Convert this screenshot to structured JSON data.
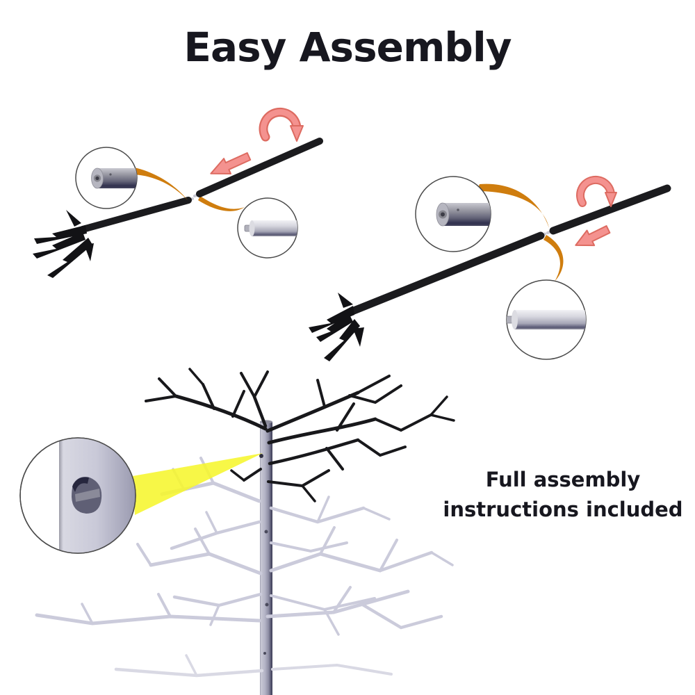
{
  "page": {
    "title": "Easy Assembly",
    "background_color": "#ffffff",
    "title_color": "#17171f"
  },
  "caption": {
    "line1": "Full assembly",
    "line2": "instructions included",
    "color": "#17171f"
  },
  "colors": {
    "pole_black": "#1b1b1e",
    "spike_black": "#121215",
    "branch_black": "#18181b",
    "branch_light": "#cbcbdb",
    "branch_light_faint": "#d9d9e4",
    "arrow_orange": "#cf7d0e",
    "arrow_pink_fill": "#f4928f",
    "arrow_pink_outline": "#dd6b61",
    "beam_yellow": "#f6f62e",
    "zoom_circle_stroke": "#4a4a4a",
    "metal_face": "#b6b6c0",
    "metal_hole_ring": "#87878f",
    "metal_hole_center": "#3c3c46",
    "pin_metal": "#b0b0ba",
    "joint_pin_tip": "#c9c9d3",
    "trunk_hole": "#2f2f40"
  },
  "diagrams": {
    "step_small": {
      "elements": [
        "staked-pole-icon",
        "socket-magnifier-circle-icon",
        "pin-magnifier-circle-icon",
        "orange-callout-swoosh-icon",
        "slide-arrow-icon",
        "rotate-arrow-icon",
        "upper-pole-section-icon"
      ]
    },
    "step_large": {
      "elements": [
        "staked-pole-icon",
        "socket-magnifier-circle-icon",
        "pin-magnifier-circle-icon",
        "orange-callout-swoosh-icon",
        "slide-arrow-icon",
        "rotate-arrow-icon",
        "upper-pole-section-icon"
      ]
    },
    "tree": {
      "elements": [
        "tree-trunk-pole-icon",
        "assembled-black-branches-icon",
        "unassembled-light-branches-icon",
        "hole-magnifier-circle-icon",
        "highlight-beam-icon"
      ]
    }
  }
}
